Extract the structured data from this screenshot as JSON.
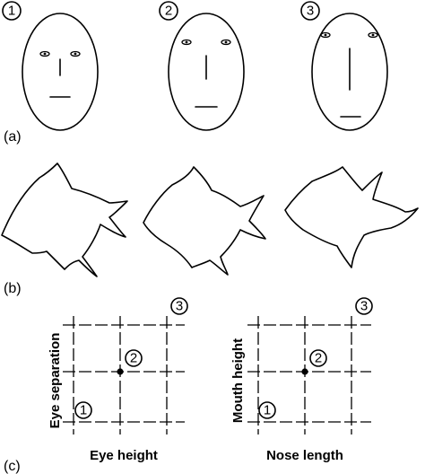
{
  "panels": {
    "a": {
      "label": "(a)"
    },
    "b": {
      "label": "(b)"
    },
    "c": {
      "label": "(c)"
    }
  },
  "markers": [
    "1",
    "2",
    "3"
  ],
  "plots": [
    {
      "xlabel": "Eye height",
      "ylabel": "Eye separation"
    },
    {
      "xlabel": "Nose length",
      "ylabel": "Mouth height"
    }
  ]
}
